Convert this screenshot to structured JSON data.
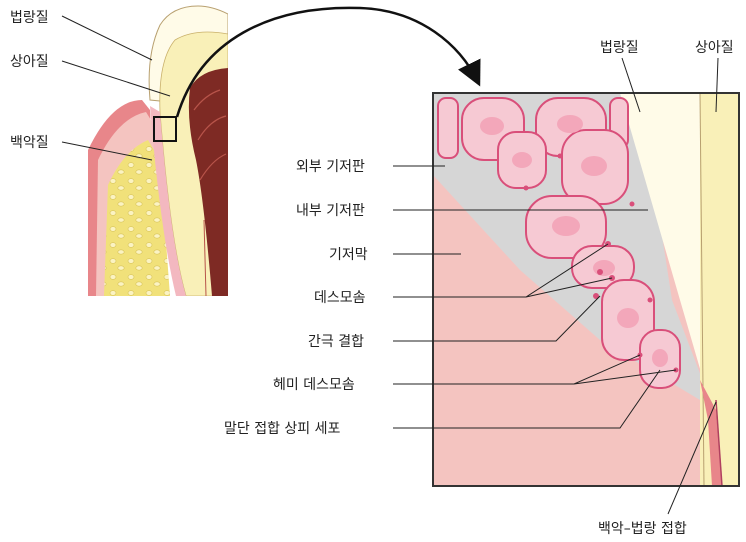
{
  "left_labels": {
    "enamel": "법랑질",
    "dentin": "상아질",
    "cementum": "백악질"
  },
  "detail_top_labels": {
    "enamel": "법랑질",
    "dentin": "상아질"
  },
  "detail_labels": [
    {
      "id": "external-basal-lamina",
      "text": "외부 기저판"
    },
    {
      "id": "internal-basal-lamina",
      "text": "내부 기저판"
    },
    {
      "id": "basement-membrane",
      "text": "기저막"
    },
    {
      "id": "desmosome",
      "text": "데스모솜"
    },
    {
      "id": "gap-junction",
      "text": "간극 결합"
    },
    {
      "id": "hemidesmosome",
      "text": "헤미 데스모솜"
    },
    {
      "id": "junctional-epithelium",
      "text": "말단 접합 상피 세포"
    }
  ],
  "bottom_label": "백악–법랑 접합",
  "colors": {
    "gingiva": "#f4c4c0",
    "gingiva_dark": "#e48a8a",
    "cell": "#f6c9d3",
    "cell_border": "#d94f7a",
    "nucleus": "#f3a7ba",
    "gray_zone": "#d6d6d6",
    "enamel": "#fffbe8",
    "dentin": "#f9f0b8",
    "bone": "#f1e17a",
    "pulp": "#7e2a24"
  }
}
